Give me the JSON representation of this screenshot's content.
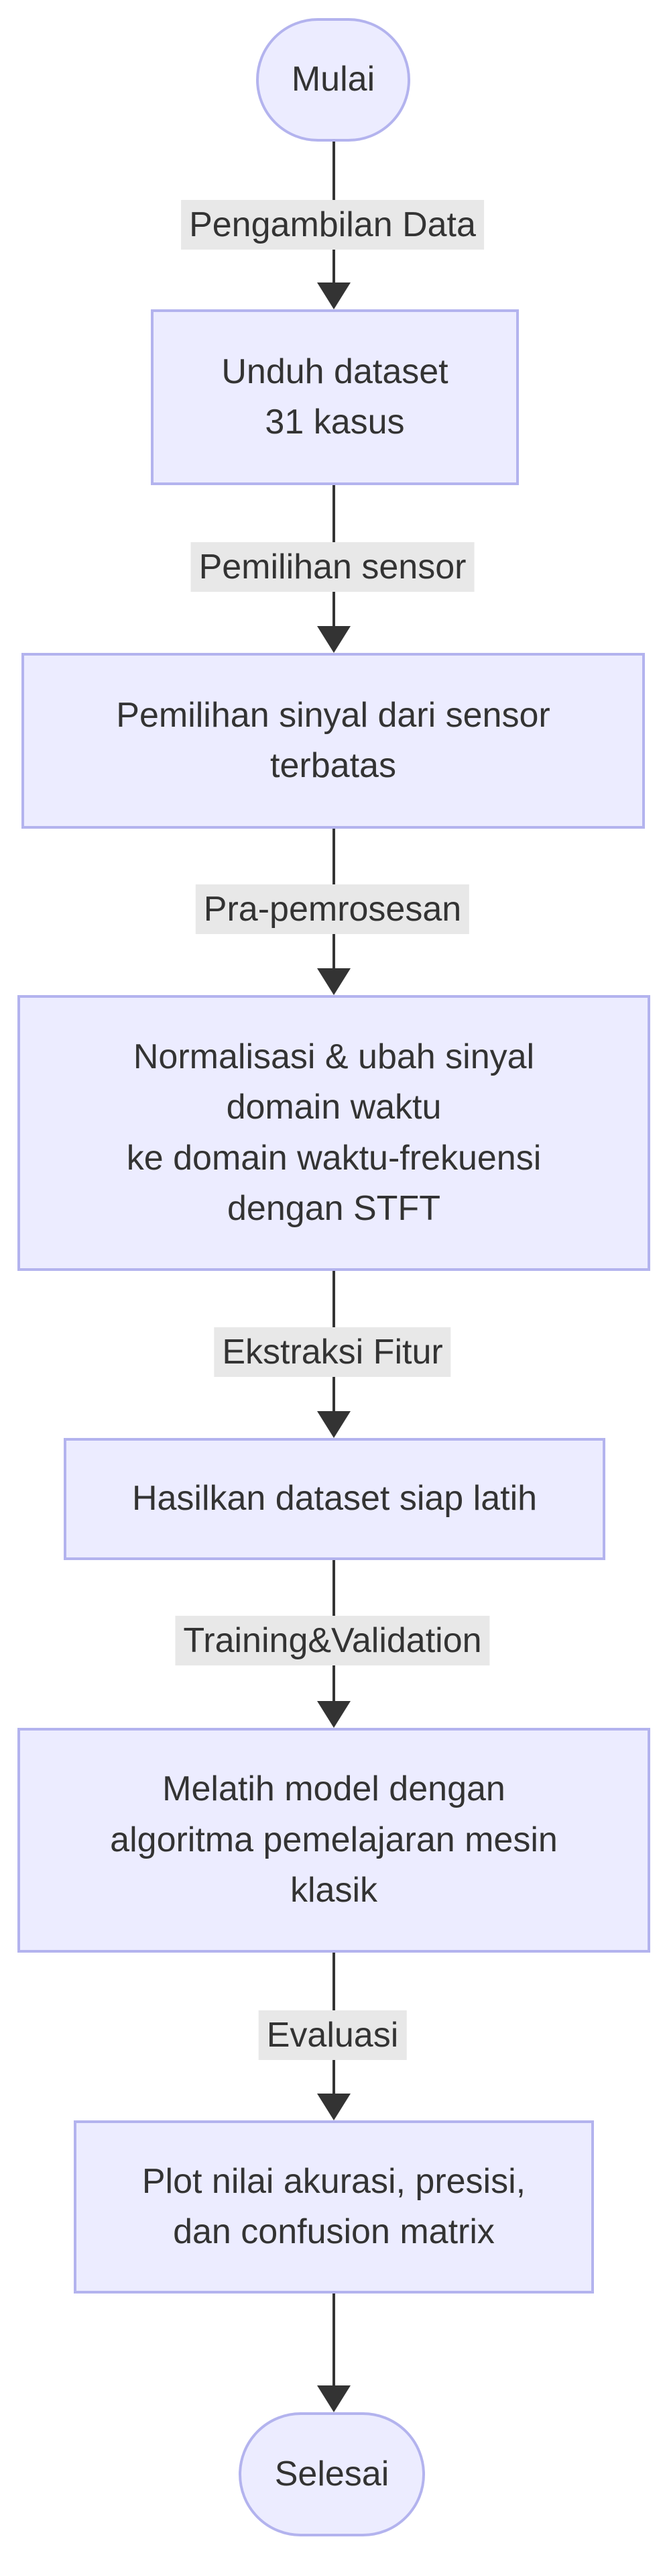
{
  "diagram": {
    "type": "flowchart",
    "direction": "top-down",
    "colors": {
      "background": "#ffffff",
      "node_fill": "#ECECFF",
      "node_border": "#b3b3ee",
      "edge_label_bg": "#e8e8e8",
      "edge_line": "#333333",
      "text": "#333333"
    },
    "nodes": [
      {
        "id": "start",
        "shape": "stadium",
        "lines": [
          "Mulai"
        ]
      },
      {
        "id": "unduh-dataset",
        "shape": "rect",
        "lines": [
          "Unduh dataset",
          "31 kasus"
        ]
      },
      {
        "id": "pemilihan-sinyal",
        "shape": "rect",
        "lines": [
          "Pemilihan sinyal dari sensor",
          "terbatas"
        ]
      },
      {
        "id": "normalisasi-stft",
        "shape": "rect",
        "lines": [
          "Normalisasi & ubah sinyal",
          "domain waktu",
          "ke domain waktu-frekuensi",
          "dengan STFT"
        ]
      },
      {
        "id": "dataset-siap-latih",
        "shape": "rect",
        "lines": [
          "Hasilkan dataset siap latih"
        ]
      },
      {
        "id": "melatih-model",
        "shape": "rect",
        "lines": [
          "Melatih model dengan",
          "algoritma pemelajaran mesin",
          "klasik"
        ]
      },
      {
        "id": "plot-evaluasi",
        "shape": "rect",
        "lines": [
          "Plot nilai akurasi, presisi,",
          "dan confusion matrix"
        ]
      },
      {
        "id": "end",
        "shape": "stadium",
        "lines": [
          "Selesai"
        ]
      }
    ],
    "edges": [
      {
        "from": "start",
        "to": "unduh-dataset",
        "label": "Pengambilan Data"
      },
      {
        "from": "unduh-dataset",
        "to": "pemilihan-sinyal",
        "label": "Pemilihan sensor"
      },
      {
        "from": "pemilihan-sinyal",
        "to": "normalisasi-stft",
        "label": "Pra-pemrosesan"
      },
      {
        "from": "normalisasi-stft",
        "to": "dataset-siap-latih",
        "label": "Ekstraksi Fitur"
      },
      {
        "from": "dataset-siap-latih",
        "to": "melatih-model",
        "label": "Training&Validation"
      },
      {
        "from": "melatih-model",
        "to": "plot-evaluasi",
        "label": "Evaluasi"
      },
      {
        "from": "plot-evaluasi",
        "to": "end",
        "label": ""
      }
    ]
  }
}
